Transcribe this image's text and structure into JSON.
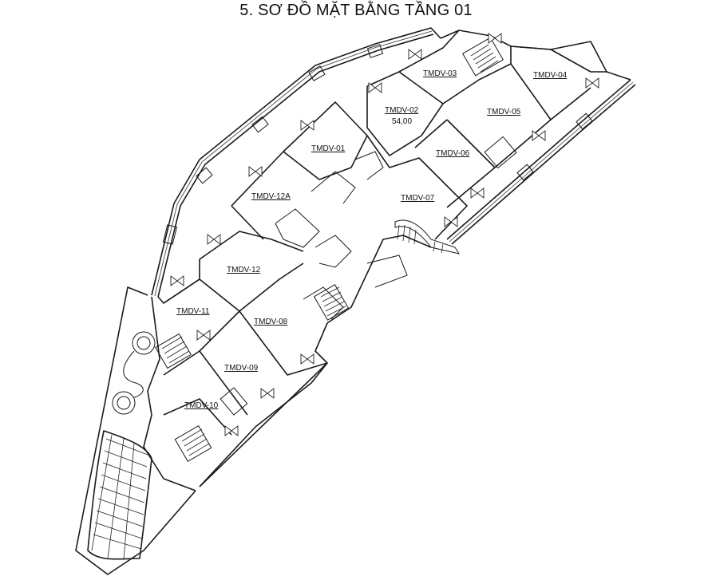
{
  "title": "5. SƠ ĐỒ MẶT BẰNG TẦNG  01",
  "units": [
    {
      "id": "TMDV-01",
      "label": "TMDV-01",
      "area": ""
    },
    {
      "id": "TMDV-02",
      "label": "TMDV-02",
      "area": "54,00"
    },
    {
      "id": "TMDV-03",
      "label": "TMDV-03",
      "area": ""
    },
    {
      "id": "TMDV-04",
      "label": "TMDV-04",
      "area": ""
    },
    {
      "id": "TMDV-05",
      "label": "TMDV-05",
      "area": ""
    },
    {
      "id": "TMDV-06",
      "label": "TMDV-06",
      "area": ""
    },
    {
      "id": "TMDV-07",
      "label": "TMDV-07",
      "area": ""
    },
    {
      "id": "TMDV-08",
      "label": "TMDV-08",
      "area": ""
    },
    {
      "id": "TMDV-09",
      "label": "TMDV-09",
      "area": ""
    },
    {
      "id": "TMDV-10",
      "label": "TMDV-10",
      "area": ""
    },
    {
      "id": "TMDV-11",
      "label": "TMDV-11",
      "area": ""
    },
    {
      "id": "TMDV-12",
      "label": "TMDV-12",
      "area": ""
    },
    {
      "id": "TMDV-12A",
      "label": "TMDV-12A",
      "area": ""
    }
  ],
  "colors": {
    "line": "#1a1a1a",
    "background": "#ffffff"
  }
}
